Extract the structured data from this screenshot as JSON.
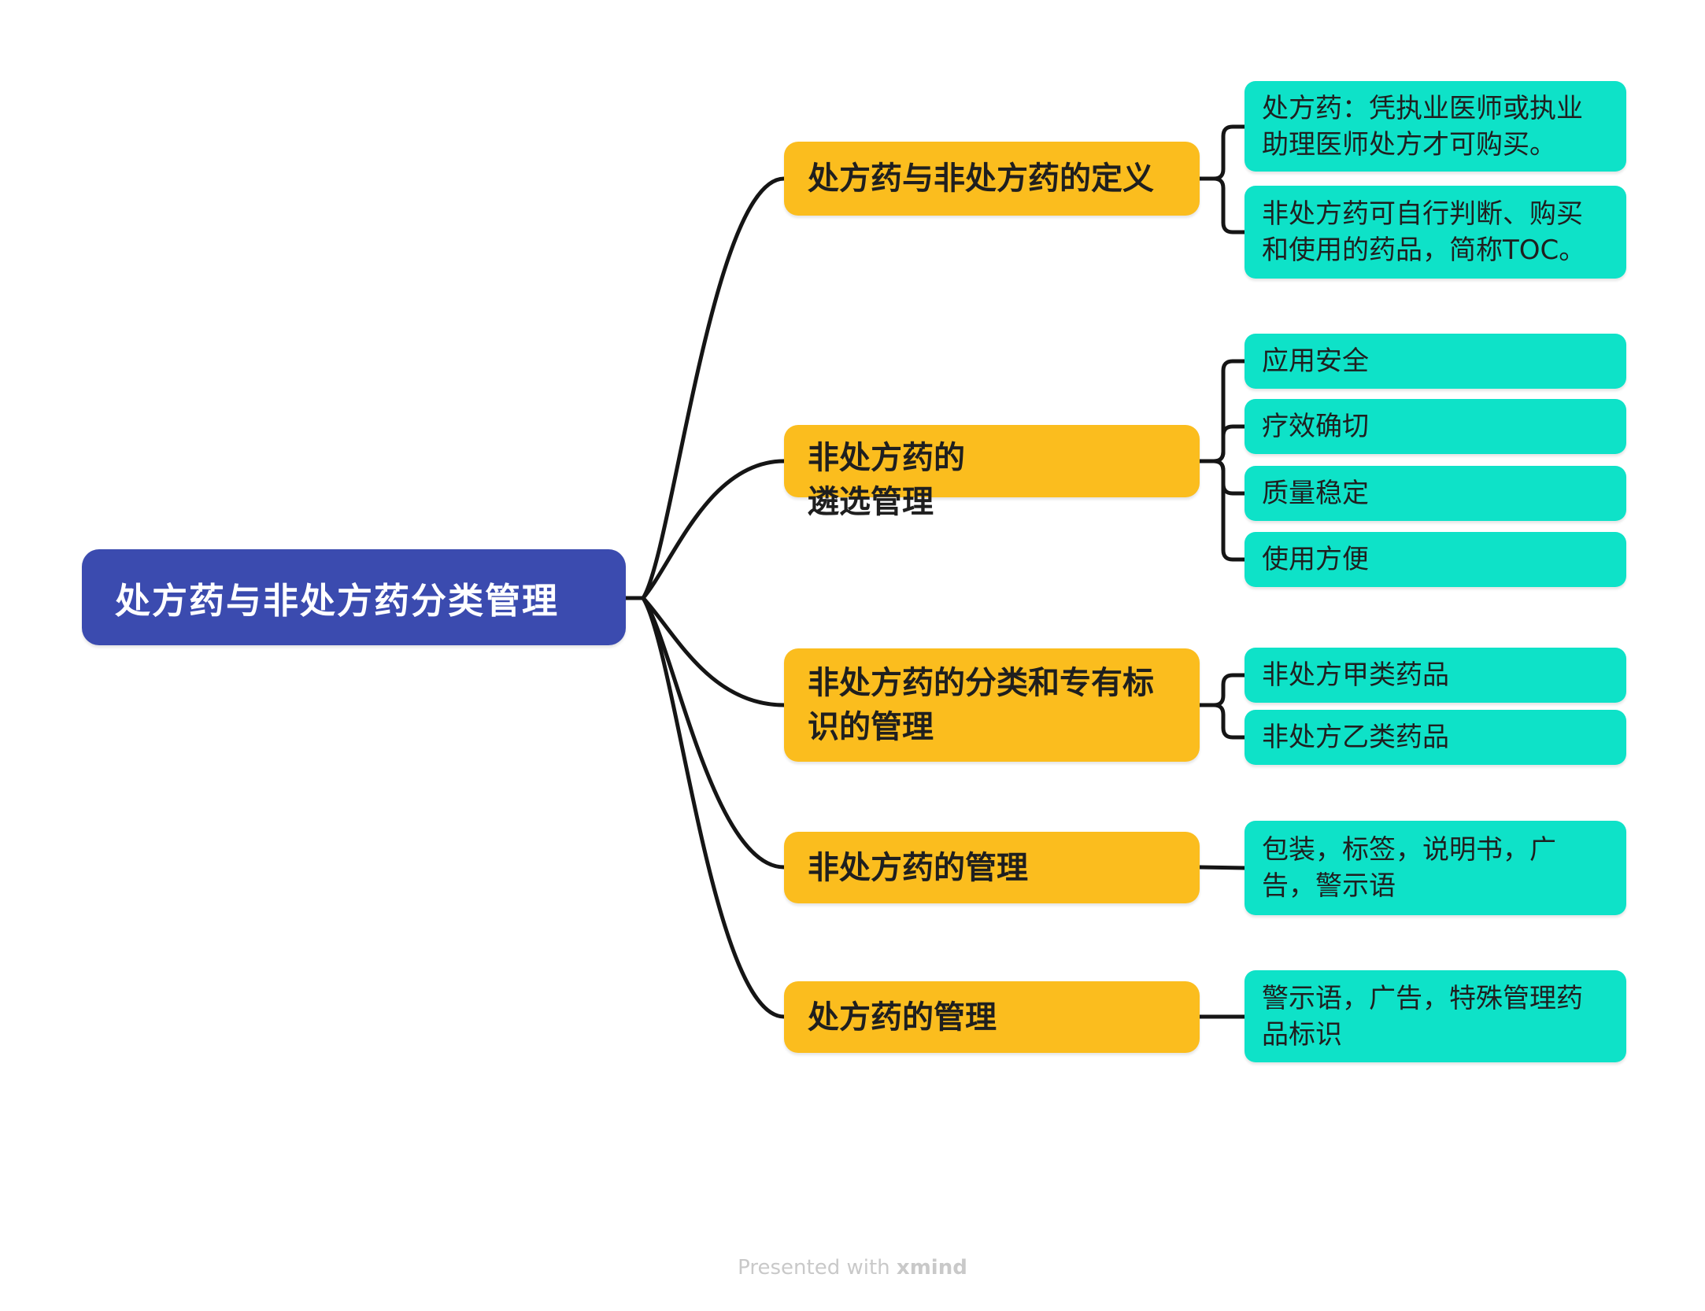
{
  "root": {
    "lines": [
      "处方药与非处方药分类管理"
    ]
  },
  "branches": [
    {
      "lines": [
        "处方药与非处方药的定义"
      ],
      "children": [
        {
          "lines": [
            "处方药：凭执业医师或执业",
            "助理医师处方才可购买。"
          ]
        },
        {
          "lines": [
            "非处方药可自行判断、购买",
            "和使用的药品，简称TOC。"
          ]
        }
      ]
    },
    {
      "lines": [
        "非处方药的",
        "遴选管理"
      ],
      "children": [
        {
          "lines": [
            "应用安全"
          ]
        },
        {
          "lines": [
            "疗效确切"
          ]
        },
        {
          "lines": [
            "质量稳定"
          ]
        },
        {
          "lines": [
            "使用方便"
          ]
        }
      ]
    },
    {
      "lines": [
        "非处方药的分类和专有标",
        "识的管理"
      ],
      "children": [
        {
          "lines": [
            "非处方甲类药品"
          ]
        },
        {
          "lines": [
            "非处方乙类药品"
          ]
        }
      ]
    },
    {
      "lines": [
        "非处方药的管理"
      ],
      "children": [
        {
          "lines": [
            "包装，标签，说明书，广",
            "告，警示语"
          ]
        }
      ]
    },
    {
      "lines": [
        "处方药的管理"
      ],
      "children": [
        {
          "lines": [
            "警示语，广告，特殊管理药",
            "品标识"
          ]
        }
      ]
    }
  ],
  "footer": {
    "prefix": "Presented with ",
    "brand": "xmind"
  },
  "colors": {
    "root_bg": "#3B4BAF",
    "root_text": "#FFFFFF",
    "branch_bg": "#FBBD1E",
    "child_bg": "#0EE2C8",
    "node_text": "#1F1F1F",
    "connector": "#151515",
    "footer_text": "#C9C9C9"
  }
}
